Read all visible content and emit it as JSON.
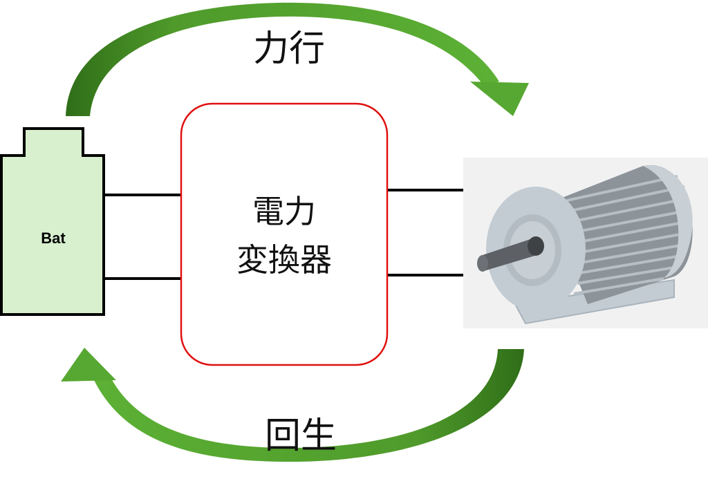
{
  "battery": {
    "label": "Bat",
    "fill": "#d9f0cf"
  },
  "converter": {
    "line1": "電力",
    "line2": "変換器",
    "border": "#e01010"
  },
  "arrows": {
    "top_label": "力行",
    "bottom_label": "回生",
    "color": "#56a832",
    "dark": "#2f6e18"
  },
  "motor": {
    "icon": "electric-motor-icon"
  }
}
